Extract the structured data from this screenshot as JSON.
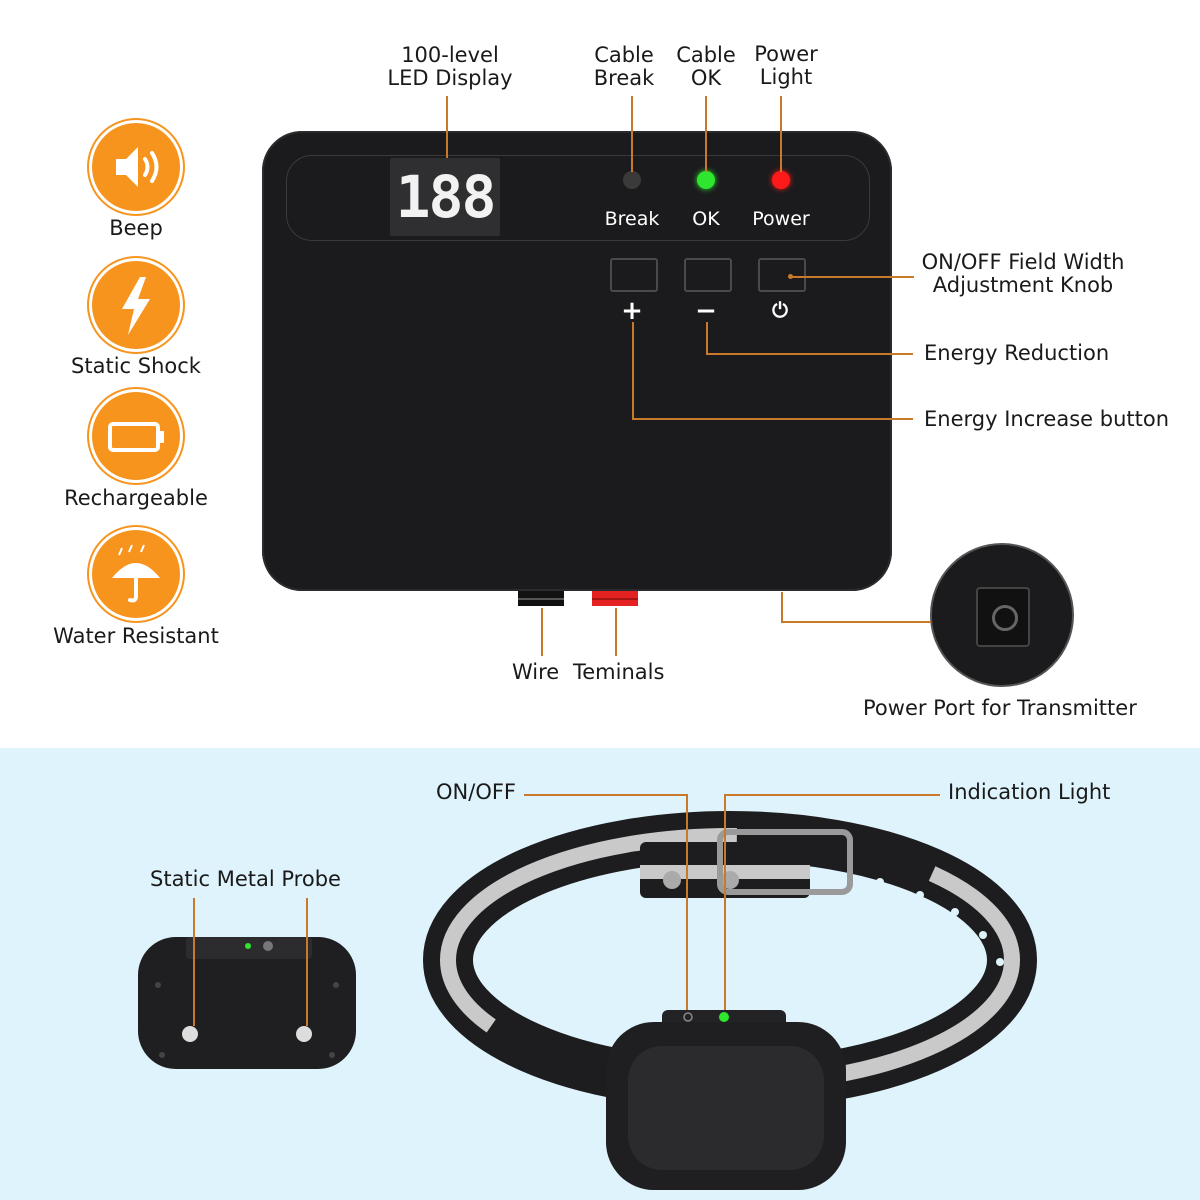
{
  "transmitter": {
    "led_label": "100-level\nLED Display",
    "led_value": "188",
    "cable_break_label": "Cable\nBreak",
    "cable_ok_label": "Cable\nOK",
    "power_light_label": "Power\nLight",
    "indicator_break": "Break",
    "indicator_ok": "OK",
    "indicator_power": "Power",
    "plus_symbol": "+",
    "minus_symbol": "−",
    "power_symbol": "⏻",
    "onoff_label": "ON/OFF Field Width\nAdjustment Knob",
    "energy_reduction_label": "Energy Reduction",
    "energy_increase_label": "Energy Increase button",
    "wire_label": "Wire",
    "terminals_label": "Teminals",
    "power_port_label": "Power Port for Transmitter"
  },
  "features": [
    {
      "icon": "speaker-icon",
      "label": "Beep"
    },
    {
      "icon": "lightning-icon",
      "label": "Static Shock"
    },
    {
      "icon": "battery-icon",
      "label": "Rechargeable"
    },
    {
      "icon": "umbrella-icon",
      "label": "Water Resistant"
    }
  ],
  "collar": {
    "probe_label": "Static Metal Probe",
    "onoff_label": "ON/OFF",
    "indication_label": "Indication Light"
  },
  "colors": {
    "accent": "#f7941d",
    "led_green": "#2ee62e",
    "led_red": "#ff1a1a",
    "background_band": "#def3fb"
  }
}
